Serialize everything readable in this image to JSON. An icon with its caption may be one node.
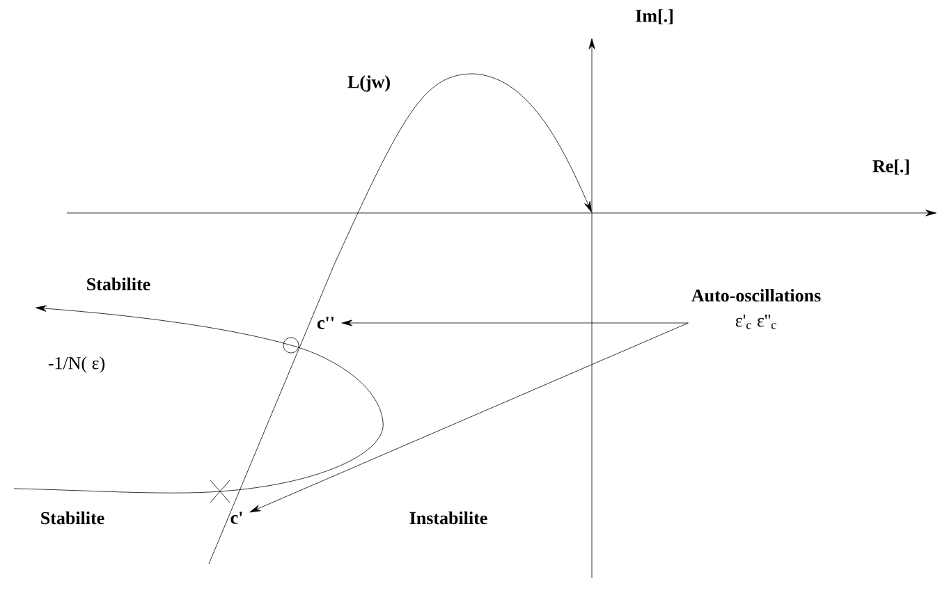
{
  "diagram": {
    "nodes": [
      {
        "text": [
          "Auto-oscillations",
          "ε'$_{c}$  ε''$_{c}$"
        ]
      },
      {
        "text": [
          "c''"
        ]
      },
      {
        "text": [
          "c'"
        ]
      }
    ],
    "edges": [
      {
        "from": 0,
        "to": 1,
        "arrow": "to"
      },
      {
        "from": 0,
        "to": 2,
        "arrow": "to"
      }
    ],
    "labels": [
      "Im[.]",
      "Re[.]",
      "L(jw)",
      "Stabilite",
      "-1/N( ε)",
      "Stabilite",
      "Instabilite"
    ]
  }
}
